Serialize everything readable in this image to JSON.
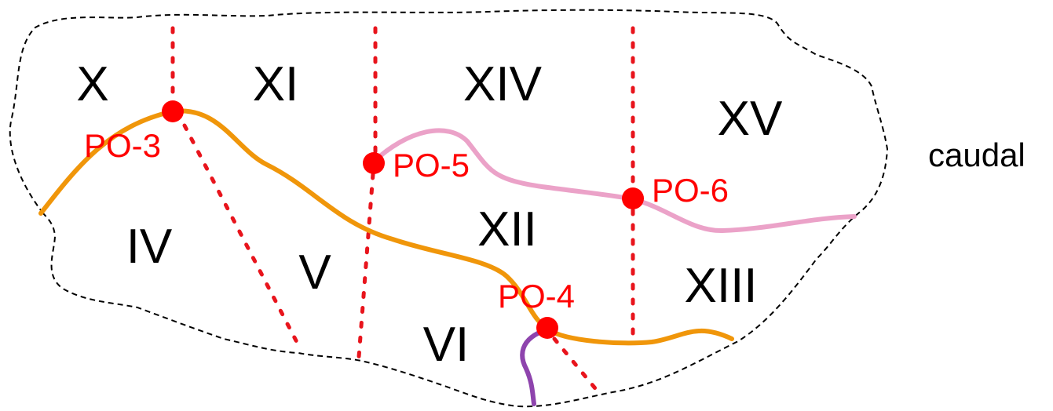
{
  "diagram": {
    "direction_label": "caudal",
    "colors": {
      "outline": "#000000",
      "dotted_line": "#e8141c",
      "point": "#ff0000",
      "point_label": "#ff0000",
      "orange_curve": "#f0960a",
      "pink_curve": "#eba2c8",
      "purple_curve": "#8e44ad"
    },
    "regions": [
      "X",
      "XI",
      "XIV",
      "XV",
      "IV",
      "V",
      "XII",
      "XIII",
      "VI"
    ],
    "points": [
      "PO-3",
      "PO-4",
      "PO-5",
      "PO-6"
    ]
  }
}
